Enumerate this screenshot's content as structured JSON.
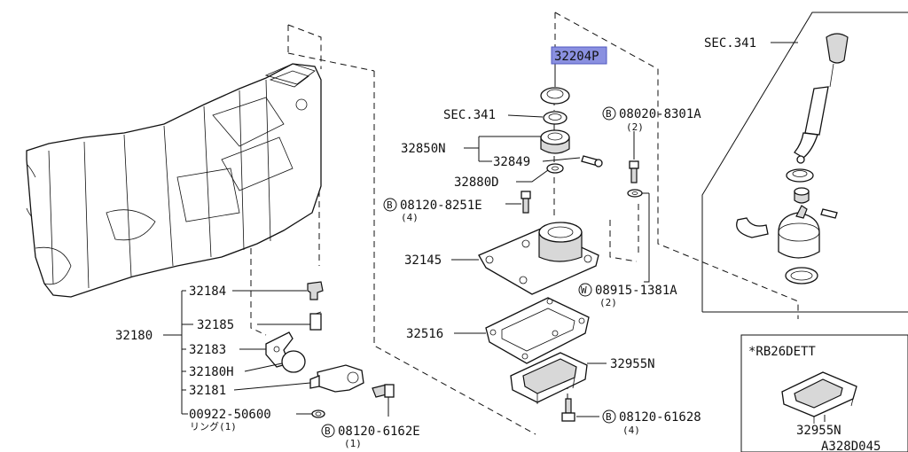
{
  "highlight_color": "#8a90e0",
  "labels": {
    "p32204P": "32204P",
    "sec341_left": "SEC.341",
    "sec341_right": "SEC.341",
    "p32850N": "32850N",
    "p32849": "32849",
    "p32880D": "32880D",
    "b08020": "08020-8301A",
    "b08020_qty": "(2)",
    "b08120_8251": "08120-8251E",
    "b08120_8251_qty": "(4)",
    "p32145": "32145",
    "w08915": "08915-1381A",
    "w08915_qty": "(2)",
    "p32516": "32516",
    "p32955N": "32955N",
    "b08120_61628": "08120-61628",
    "b08120_61628_qty": "(4)",
    "b08120_6162E": "08120-6162E",
    "b08120_6162E_qty": "(1)",
    "p32184": "32184",
    "p32185": "32185",
    "p32180": "32180",
    "p32183": "32183",
    "p32180H": "32180H",
    "p32181": "32181",
    "p00922": "00922-50600",
    "ring_note": "リング(1)",
    "rb26_title": "*RB26DETT",
    "rb26_part": "32955N",
    "diagram_code": "A328D045"
  },
  "markers": {
    "bolt": "B",
    "washer": "W"
  }
}
